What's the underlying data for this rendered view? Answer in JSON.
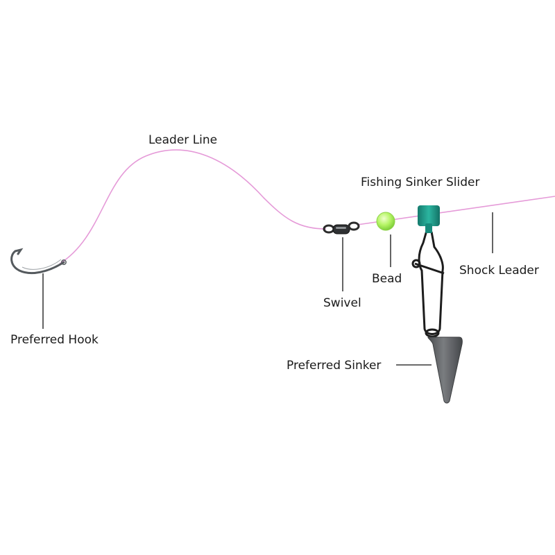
{
  "labels": {
    "leader_line": "Leader Line",
    "fishing_sinker_slider": "Fishing Sinker Slider",
    "shock_leader": "Shock Leader",
    "bead": "Bead",
    "swivel": "Swivel",
    "preferred_hook": "Preferred Hook",
    "preferred_sinker": "Preferred Sinker"
  },
  "colors": {
    "line": "#e59ad8",
    "bead": "#b6f566",
    "slider": "#1f9e8c",
    "sinker": "#5b5d60",
    "metal": "#2b2b2b"
  }
}
